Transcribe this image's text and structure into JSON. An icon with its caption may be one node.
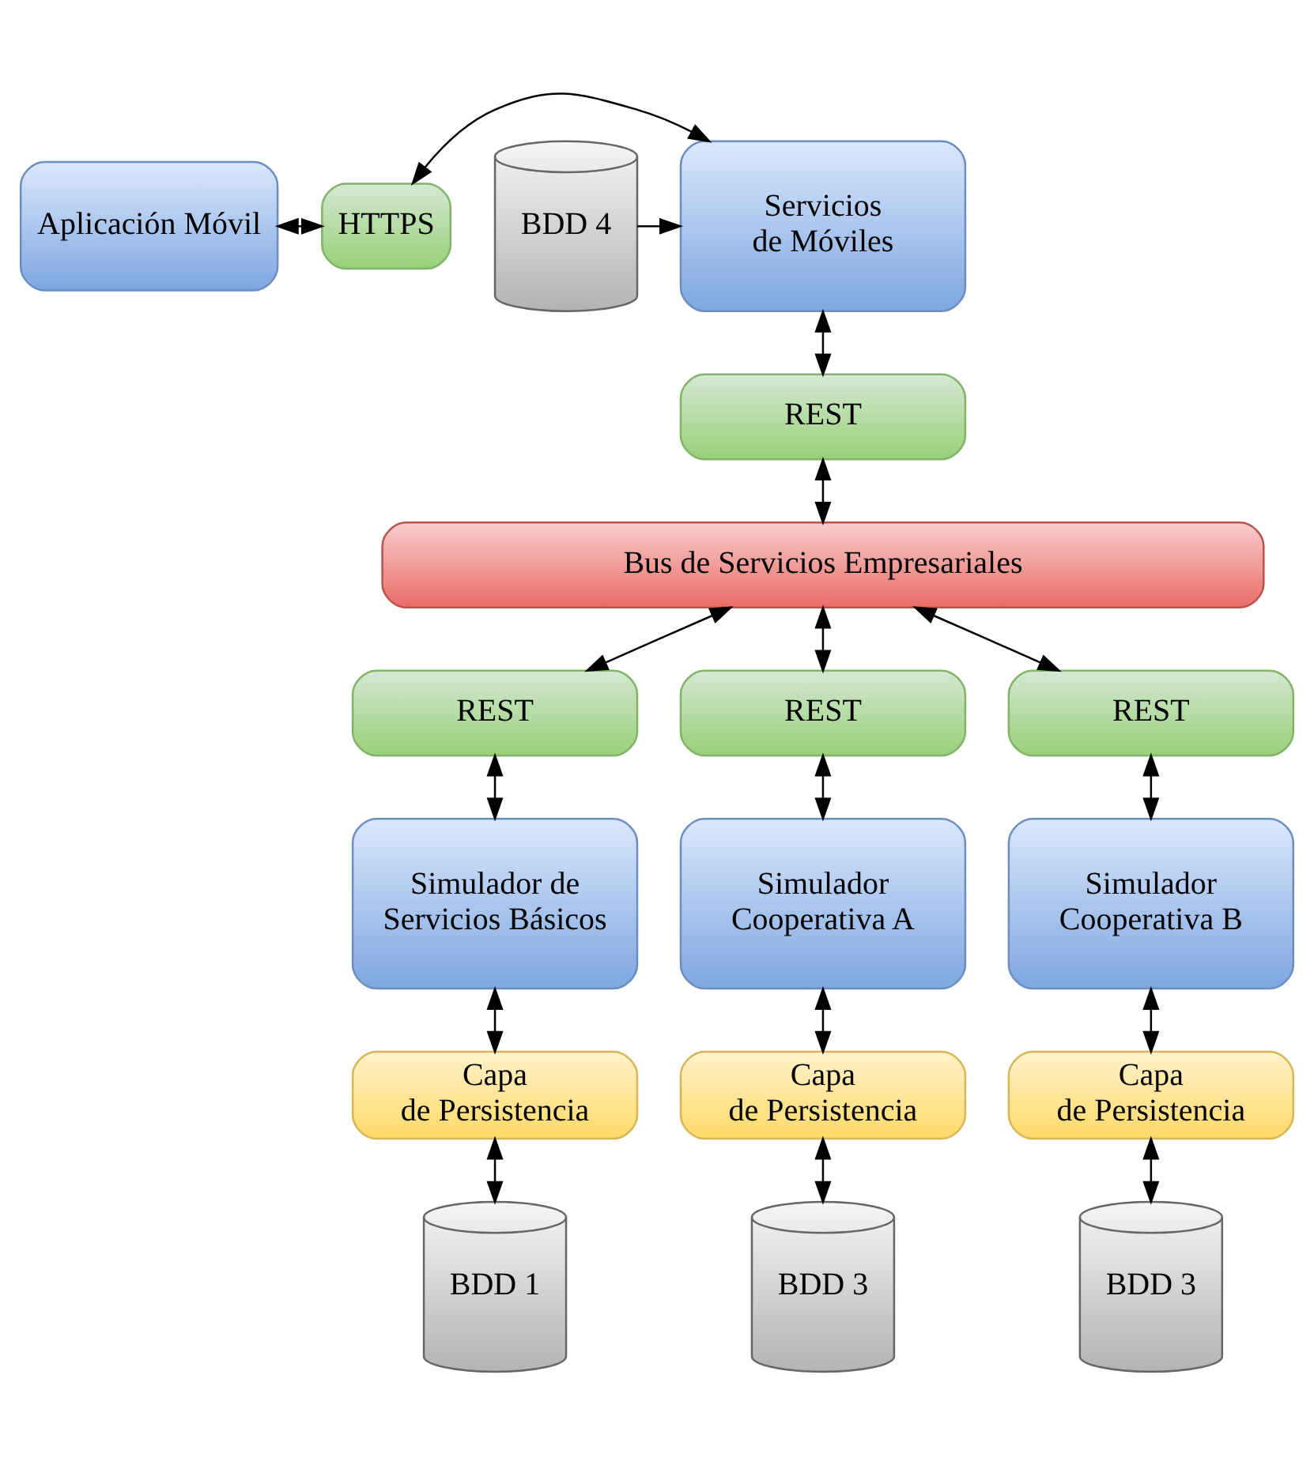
{
  "diagram": {
    "nodes": [
      {
        "text": [
          "Aplicación Móvil"
        ]
      },
      {
        "text": [
          "HTTPS"
        ]
      },
      {
        "text": [
          "Servicios de Móviles"
        ]
      },
      {
        "text": [
          "BDD 4"
        ]
      },
      {
        "text": [
          "REST"
        ]
      },
      {
        "text": [
          "Bus de Servicios Empresariales"
        ]
      },
      {
        "text": [
          "REST"
        ]
      },
      {
        "text": [
          "REST"
        ]
      },
      {
        "text": [
          "REST"
        ]
      },
      {
        "text": [
          "Simulador de Servicios Básicos"
        ]
      },
      {
        "text": [
          "Simulador Cooperativa A"
        ]
      },
      {
        "text": [
          "Simulador Cooperativa B"
        ]
      },
      {
        "text": [
          "Capa de Persistencia"
        ]
      },
      {
        "text": [
          "Capa de Persistencia"
        ]
      },
      {
        "text": [
          "Capa de Persistencia"
        ]
      },
      {
        "text": [
          "BDD 1"
        ]
      },
      {
        "text": [
          "BDD 3"
        ]
      },
      {
        "text": [
          "BDD 3"
        ]
      }
    ],
    "edges": [
      {
        "from": 0,
        "to": 1,
        "arrow": "both"
      },
      {
        "from": 1,
        "to": 2,
        "arrow": "both"
      },
      {
        "from": 3,
        "to": 2,
        "arrow": "to"
      },
      {
        "from": 2,
        "to": 4,
        "arrow": "both"
      },
      {
        "from": 4,
        "to": 5,
        "arrow": "both"
      },
      {
        "from": 5,
        "to": 6,
        "arrow": "both"
      },
      {
        "from": 5,
        "to": 7,
        "arrow": "both"
      },
      {
        "from": 5,
        "to": 8,
        "arrow": "both"
      },
      {
        "from": 6,
        "to": 9,
        "arrow": "both"
      },
      {
        "from": 7,
        "to": 10,
        "arrow": "both"
      },
      {
        "from": 8,
        "to": 11,
        "arrow": "both"
      },
      {
        "from": 9,
        "to": 12,
        "arrow": "both"
      },
      {
        "from": 10,
        "to": 13,
        "arrow": "both"
      },
      {
        "from": 11,
        "to": 14,
        "arrow": "both"
      },
      {
        "from": 12,
        "to": 15,
        "arrow": "both"
      },
      {
        "from": 13,
        "to": 16,
        "arrow": "both"
      },
      {
        "from": 14,
        "to": 17,
        "arrow": "both"
      }
    ]
  }
}
